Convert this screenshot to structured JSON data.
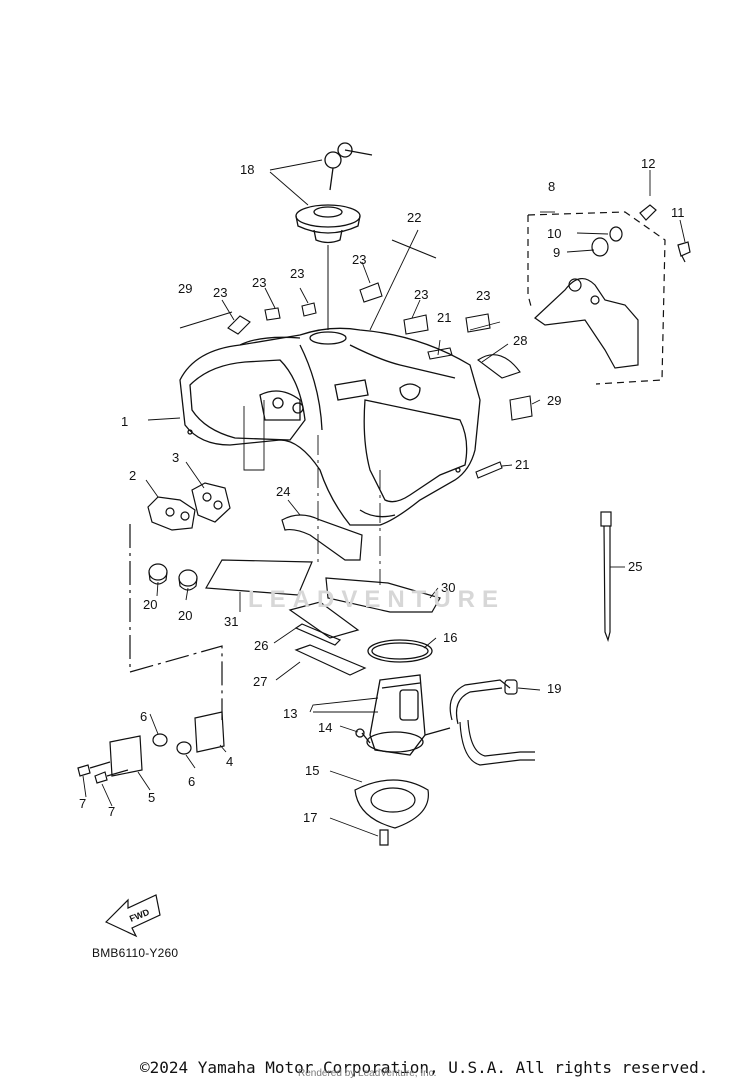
{
  "figure_code": "BMB6110-Y260",
  "copyright": "©2024 Yamaha Motor Corporation, U.S.A. All rights reserved.",
  "rendered_by": "Rendered by LeadVenture, Inc.",
  "watermark": "LEADVENTURE",
  "fwd_label": "FWD",
  "callouts": {
    "c1": "1",
    "c2": "2",
    "c3": "3",
    "c4": "4",
    "c5": "5",
    "c6a": "6",
    "c6b": "6",
    "c7a": "7",
    "c7b": "7",
    "c8": "8",
    "c9": "9",
    "c10": "10",
    "c11": "11",
    "c12": "12",
    "c13": "13",
    "c14": "14",
    "c15": "15",
    "c16": "16",
    "c17": "17",
    "c18": "18",
    "c19": "19",
    "c20a": "20",
    "c20b": "20",
    "c21a": "21",
    "c21b": "21",
    "c22": "22",
    "c23a": "23",
    "c23b": "23",
    "c23c": "23",
    "c23d": "23",
    "c23e": "23",
    "c23f": "23",
    "c24": "24",
    "c25": "25",
    "c26": "26",
    "c27": "27",
    "c28": "28",
    "c29a": "29",
    "c29b": "29",
    "c30": "30",
    "c31": "31"
  }
}
